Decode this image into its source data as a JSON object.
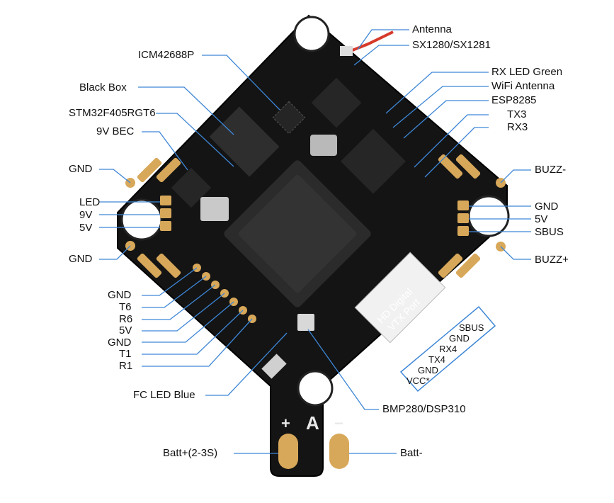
{
  "labels": {
    "antenna": "Antenna",
    "sx1280": "SX1280/SX1281",
    "rx_led_green": "RX LED Green",
    "wifi_antenna": "WiFi Antenna",
    "esp8285": "ESP8285",
    "tx3": "TX3",
    "rx3": "RX3",
    "buzz_minus": "BUZZ-",
    "gnd_right": "GND",
    "v5_right": "5V",
    "sbus_right": "SBUS",
    "buzz_plus": "BUZZ+",
    "icm": "ICM42688P",
    "blackbox": "Black Box",
    "stm32": "STM32F405RGT6",
    "bec9v": "9V BEC",
    "gnd_top_left": "GND",
    "led": "LED",
    "v9": "9V",
    "v5_left": "5V",
    "gnd_mid_left": "GND",
    "gnd_a": "GND",
    "t6": "T6",
    "r6": "R6",
    "v5_b": "5V",
    "gnd_b": "GND",
    "t1": "T1",
    "r1": "R1",
    "fc_led_blue": "FC LED Blue",
    "bmp": "BMP280/DSP310",
    "batt_plus": "Batt+(2-3S)",
    "batt_minus": "Batt-"
  },
  "vtx_port": {
    "title_line1": "HD Digital",
    "title_line2": "VTX Port",
    "pins": [
      "SBUS",
      "GND",
      "RX4",
      "TX4",
      "GND",
      "VCC*"
    ]
  },
  "silkscreen": {
    "plus": "+",
    "minus": "−",
    "logo": "A"
  },
  "colors": {
    "pcb": "#141414",
    "gold": "#d8a85a",
    "leader": "#3d86d6",
    "antenna_wire": "#d63a2a"
  }
}
